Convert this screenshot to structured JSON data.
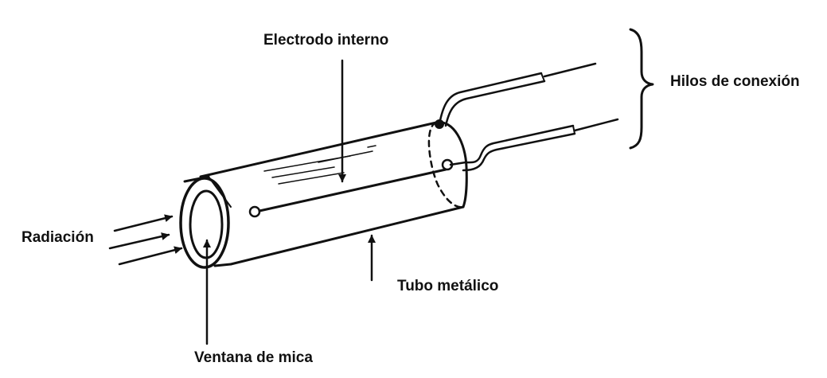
{
  "labels": {
    "electrodo_interno": "Electrodo interno",
    "hilos_de_conexion": "Hilos de conexión",
    "radiacion": "Radiación",
    "tubo_metalico": "Tubo metálico",
    "ventana_de_mica": "Ventana de mica"
  },
  "colors": {
    "ink": "#111111",
    "background": "#ffffff"
  }
}
